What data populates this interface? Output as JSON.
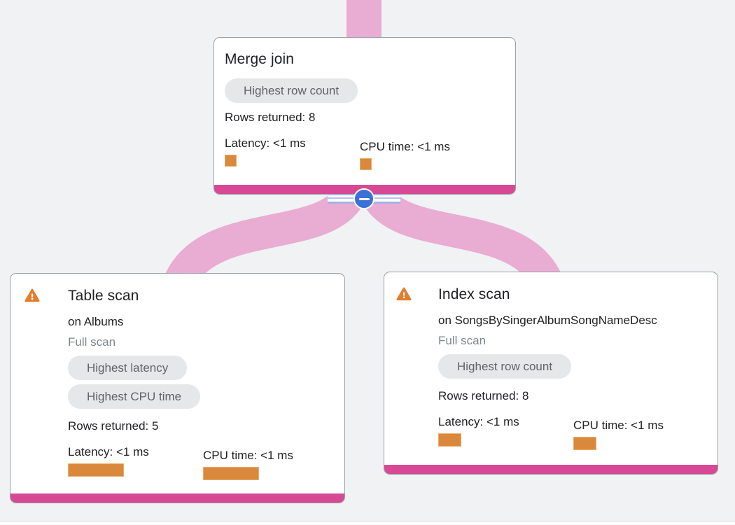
{
  "diagram": {
    "background": "#F0F2F3",
    "edge_color": "#E9ACD3",
    "accent_bar_color": "#D74895",
    "metric_bar_color": "#D9883C",
    "warning_color": "#E07E2D",
    "collapse_button_color": "#3C70D6"
  },
  "collapse_control": {
    "minus_symbol": ""
  },
  "nodes": {
    "merge_join": {
      "title": "Merge join",
      "badges": [
        "Highest row count"
      ],
      "rows_returned": "Rows returned: 8",
      "latency": "Latency: <1 ms",
      "cpu_time": "CPU time: <1 ms",
      "has_warning": false
    },
    "table_scan": {
      "title": "Table scan",
      "target": "on Albums",
      "scan_type": "Full scan",
      "badges": [
        "Highest latency",
        "Highest CPU time"
      ],
      "rows_returned": "Rows returned: 5",
      "latency": "Latency: <1 ms",
      "cpu_time": "CPU time: <1 ms",
      "has_warning": true
    },
    "index_scan": {
      "title": "Index scan",
      "target": "on SongsBySingerAlbumSongNameDesc",
      "scan_type": "Full scan",
      "badges": [
        "Highest row count"
      ],
      "rows_returned": "Rows returned: 8",
      "latency": "Latency: <1 ms",
      "cpu_time": "CPU time: <1 ms",
      "has_warning": true
    }
  }
}
